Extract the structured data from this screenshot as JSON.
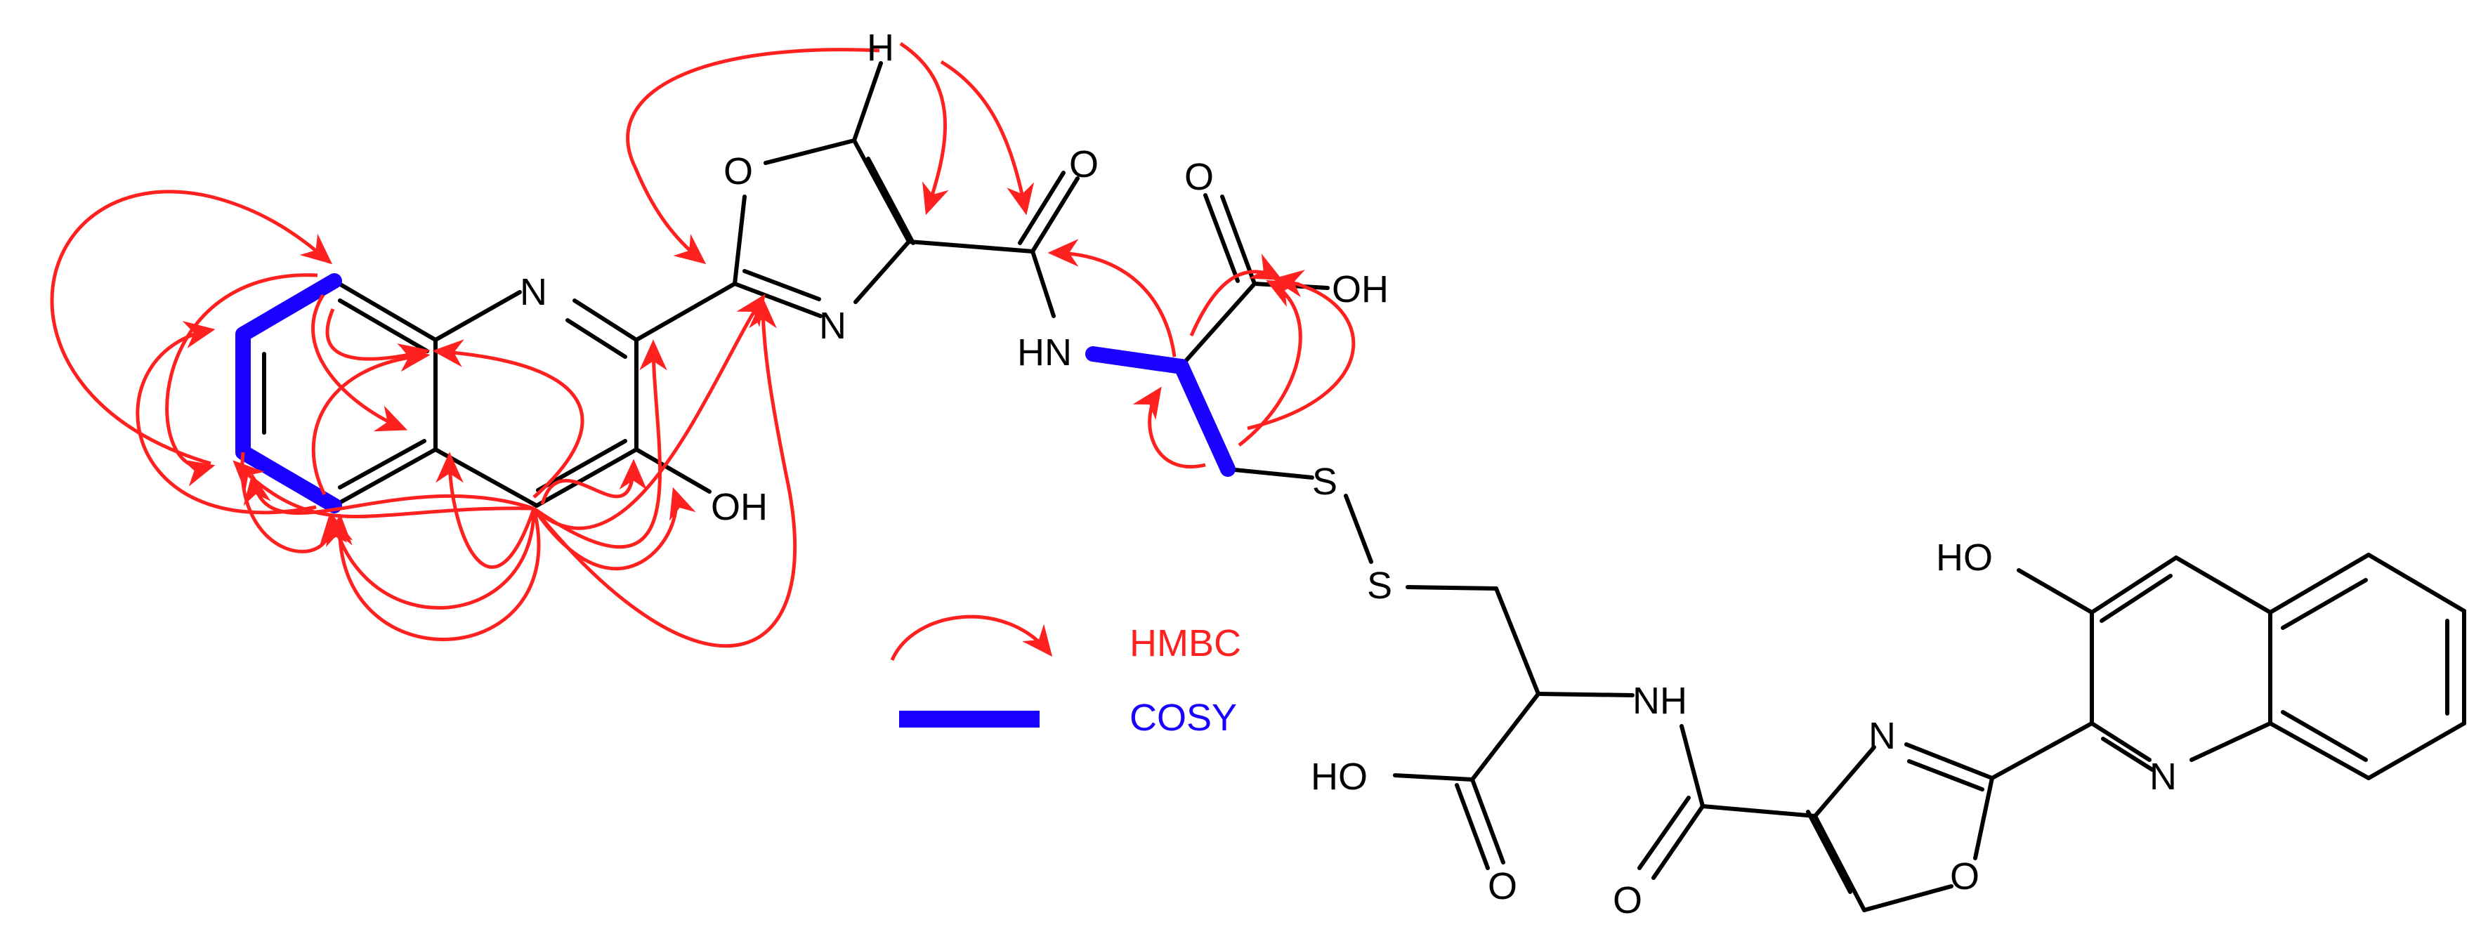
{
  "atoms": {
    "n_left": "N",
    "oh_left": "OH",
    "o_oxazole_left": "O",
    "n_oxazole_left": "N",
    "h_top": "H",
    "o_carbonyl_left": "O",
    "hn_left": "HN",
    "o_acid_top": "O",
    "oh_acid_top": "OH",
    "s_top": "S",
    "s_bottom": "S",
    "nh_right": "NH",
    "ho_acid_bottom": "HO",
    "o_acid_bottom": "O",
    "o_carbonyl_right": "O",
    "n_oxazole_right": "N",
    "o_oxazole_right": "O",
    "n_right": "N",
    "ho_right": "HO"
  },
  "legend": {
    "hmbc": "HMBC",
    "cosy": "COSY"
  },
  "colors": {
    "hmbc": "#ff2020",
    "cosy": "#1a00ff",
    "bond": "#000000"
  }
}
